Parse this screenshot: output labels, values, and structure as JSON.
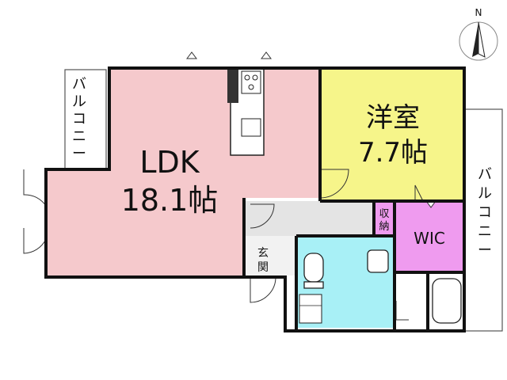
{
  "compass": {
    "north_label": "N"
  },
  "rooms": {
    "ldk": {
      "name": "LDK",
      "size": "18.1帖",
      "color": "#f5c9cc"
    },
    "western": {
      "name": "洋室",
      "size": "7.7帖",
      "color": "#f6f58a"
    },
    "wic": {
      "name": "WIC",
      "color": "#ef9bef"
    },
    "storage": {
      "line1": "収",
      "line2": "納",
      "color": "#ef9bef"
    },
    "entrance": {
      "line1": "玄",
      "line2": "関"
    },
    "wet_area": {
      "color": "#a8f0f6"
    },
    "hall": {
      "color": "#e4e4e4"
    }
  },
  "balconies": {
    "left": [
      "バ",
      "ル",
      "コ",
      "ニ",
      "ー"
    ],
    "right": [
      "バ",
      "ル",
      "コ",
      "ニ",
      "ー"
    ]
  }
}
